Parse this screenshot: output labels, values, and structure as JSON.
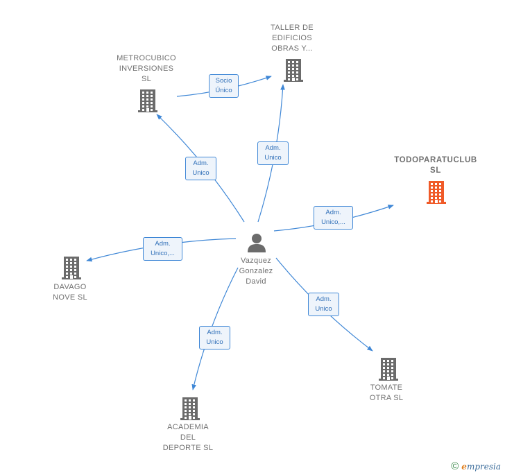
{
  "colors": {
    "edge": "#3f87d6",
    "company": "#6b6b6b",
    "highlight": "#f05a28",
    "person": "#6b6b6b"
  },
  "center": {
    "name_lines": [
      "Vazquez",
      "Gonzalez",
      "David"
    ],
    "icon": "person-icon"
  },
  "nodes": [
    {
      "id": "taller",
      "lines": [
        "TALLER DE",
        "EDIFICIOS",
        "OBRAS Y..."
      ],
      "icon": "building-icon"
    },
    {
      "id": "metrocubico",
      "lines": [
        "METROCUBICO",
        "INVERSIONES",
        "SL"
      ],
      "icon": "building-icon"
    },
    {
      "id": "todoparatuclub",
      "lines": [
        "TODOPARATUCLUB",
        "SL"
      ],
      "icon": "building-icon",
      "highlight": true
    },
    {
      "id": "davago",
      "lines": [
        "DAVAGO",
        "NOVE  SL"
      ],
      "icon": "building-icon"
    },
    {
      "id": "tomate",
      "lines": [
        "TOMATE",
        "OTRA SL"
      ],
      "icon": "building-icon"
    },
    {
      "id": "academia",
      "lines": [
        "ACADEMIA",
        "DEL",
        "DEPORTE  SL"
      ],
      "icon": "building-icon"
    }
  ],
  "edges": [
    {
      "id": "metro-taller",
      "lines": [
        "Socio",
        "Único"
      ]
    },
    {
      "id": "center-taller",
      "lines": [
        "Adm.",
        "Unico"
      ]
    },
    {
      "id": "center-metro",
      "lines": [
        "Adm.",
        "Unico"
      ]
    },
    {
      "id": "center-todo",
      "lines": [
        "Adm.",
        "Unico,..."
      ]
    },
    {
      "id": "center-davago",
      "lines": [
        "Adm.",
        "Unico,..."
      ]
    },
    {
      "id": "center-tomate",
      "lines": [
        "Adm.",
        "Unico"
      ]
    },
    {
      "id": "center-academia",
      "lines": [
        "Adm.",
        "Unico"
      ]
    }
  ],
  "footer": {
    "copyright": "©",
    "brand_first": "e",
    "brand_rest": "mpresia"
  }
}
